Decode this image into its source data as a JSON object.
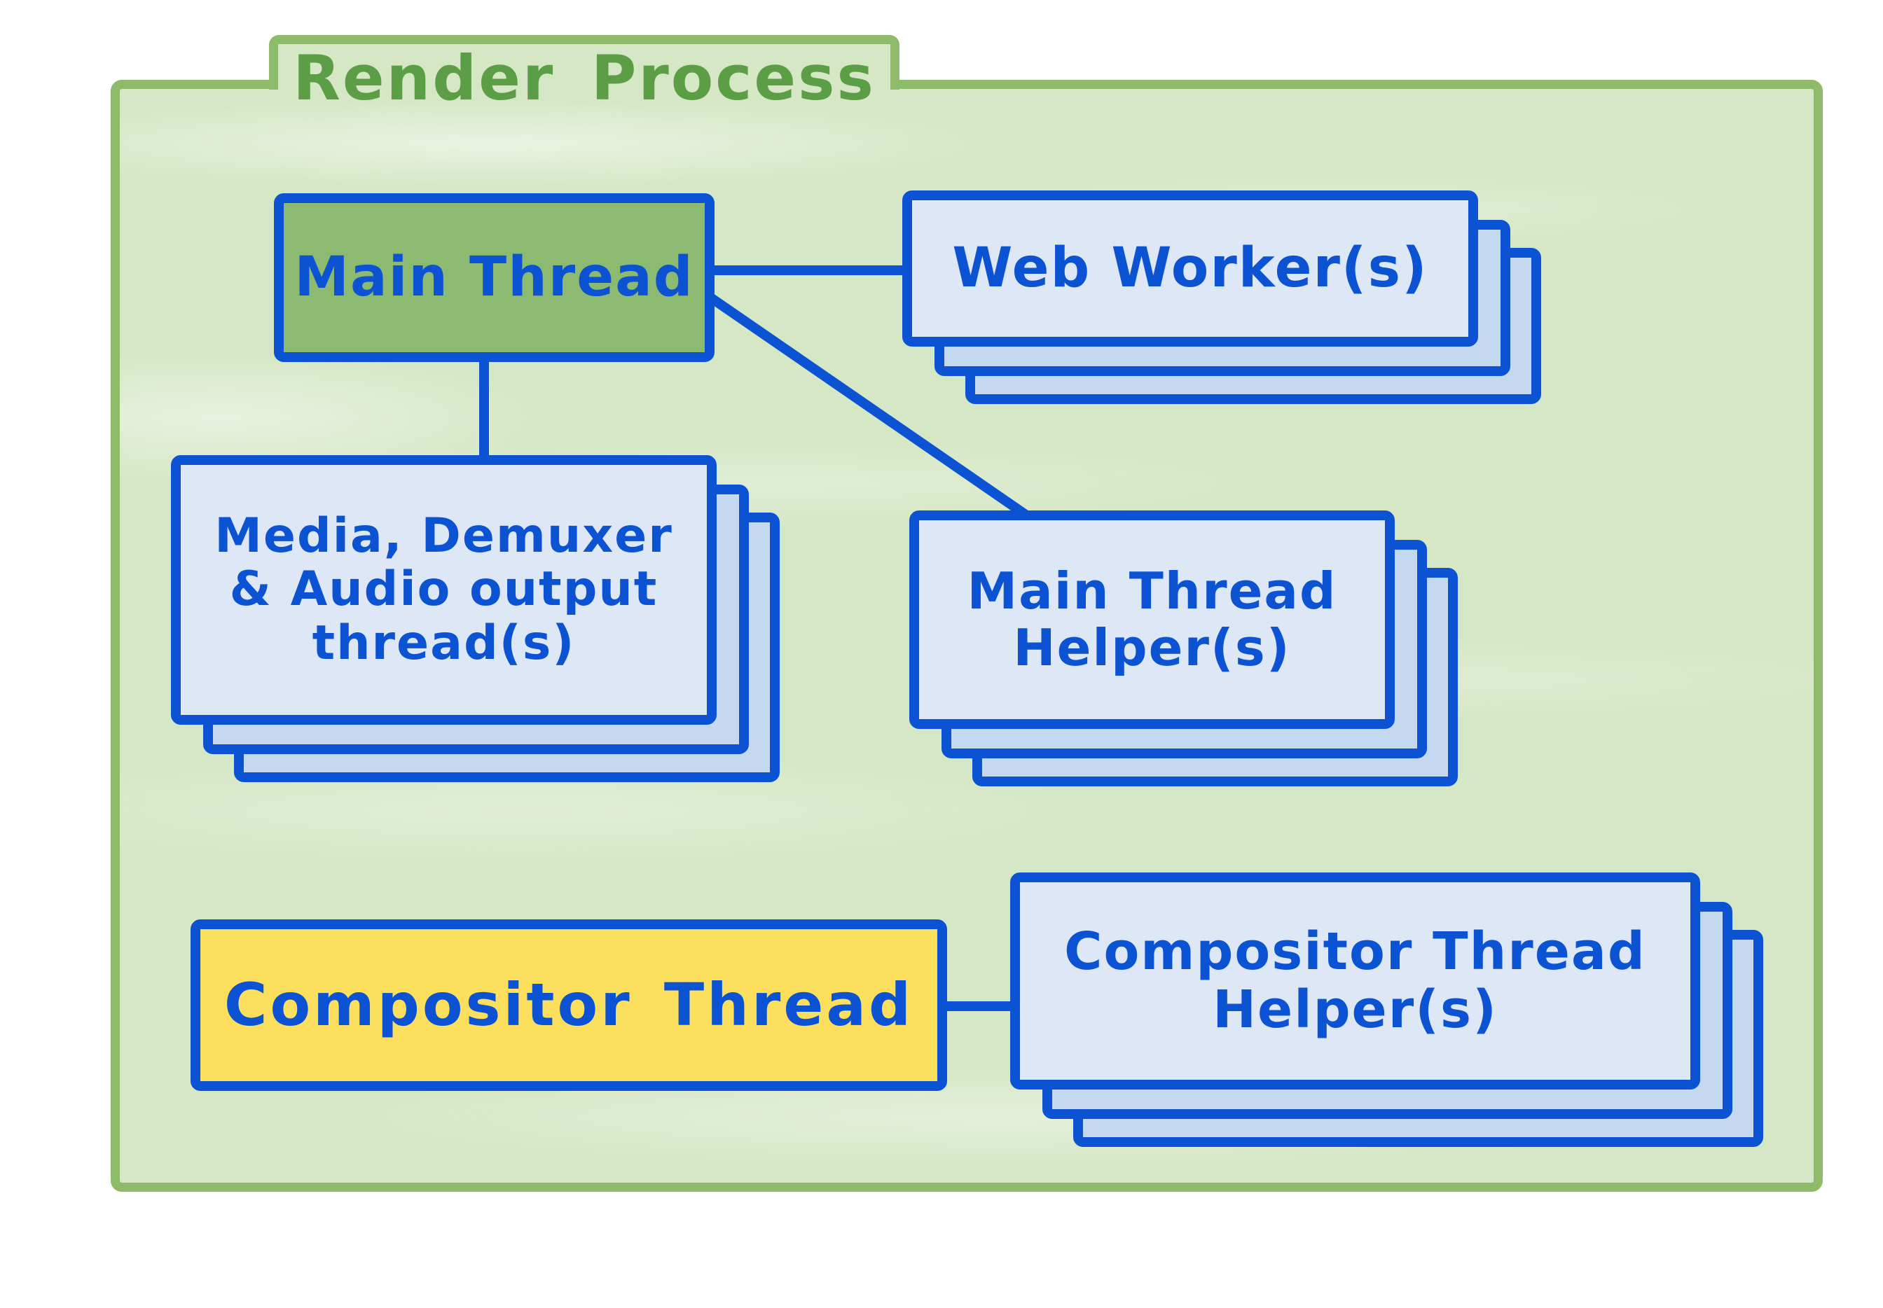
{
  "diagram": {
    "title": "Render Process",
    "nodes": {
      "main_thread": {
        "label": "Main Thread"
      },
      "web_workers": {
        "label": "Web Worker(s)"
      },
      "media": {
        "line1": "Media, Demuxer",
        "line2": "& Audio output",
        "line3": "thread(s)"
      },
      "main_thread_helpers": {
        "line1": "Main Thread",
        "line2": "Helper(s)"
      },
      "compositor": {
        "label": "Compositor Thread"
      },
      "compositor_helpers": {
        "line1": "Compositor Thread",
        "line2": "Helper(s)"
      }
    },
    "edges": [
      {
        "from": "Main Thread",
        "to": "Web Worker(s)"
      },
      {
        "from": "Main Thread",
        "to": "Media, Demuxer & Audio output thread(s)"
      },
      {
        "from": "Main Thread",
        "to": "Main Thread Helper(s)"
      },
      {
        "from": "Compositor Thread",
        "to": "Compositor Thread Helper(s)"
      }
    ],
    "colors": {
      "page_bg": "#ffffff",
      "folder_fill": "#d5e7c4",
      "folder_border": "#8dbb69",
      "title_text": "#5c9e45",
      "ink_blue": "#0c53d3",
      "card_fill": "#dde7f5",
      "card_stack_fill": "#c4d8f0",
      "main_thread_fill": "#8cba70",
      "compositor_fill": "#fcdf5d"
    }
  }
}
